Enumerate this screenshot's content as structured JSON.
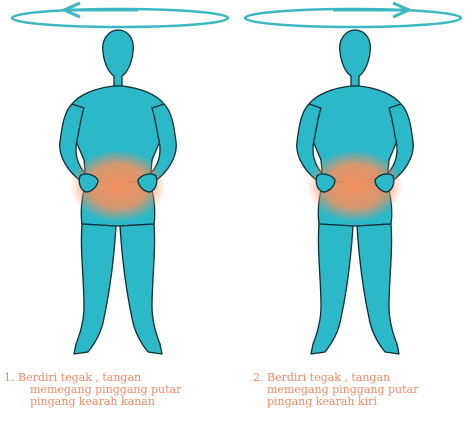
{
  "colors": {
    "figure": "#2bb8c8",
    "outline": "#0e2f35",
    "arrow": "#3cb7c4",
    "heat": "#f4915f",
    "caption": "#f08a62"
  },
  "icons": {
    "rotation_arrow": "left-arrow-ellipse",
    "rotation_arrow_right": "right-arrow-ellipse"
  },
  "steps": [
    {
      "number": "1.",
      "line1": "Berdiri tegak ,  tangan",
      "line2": "memegang pinggang putar",
      "line3": "pingang kearah kanan"
    },
    {
      "number": "2.",
      "line1": "Berdiri tegak ,  tangan",
      "line2": "memegang pinggang putar",
      "line3": "pingang kearah kiri"
    }
  ]
}
